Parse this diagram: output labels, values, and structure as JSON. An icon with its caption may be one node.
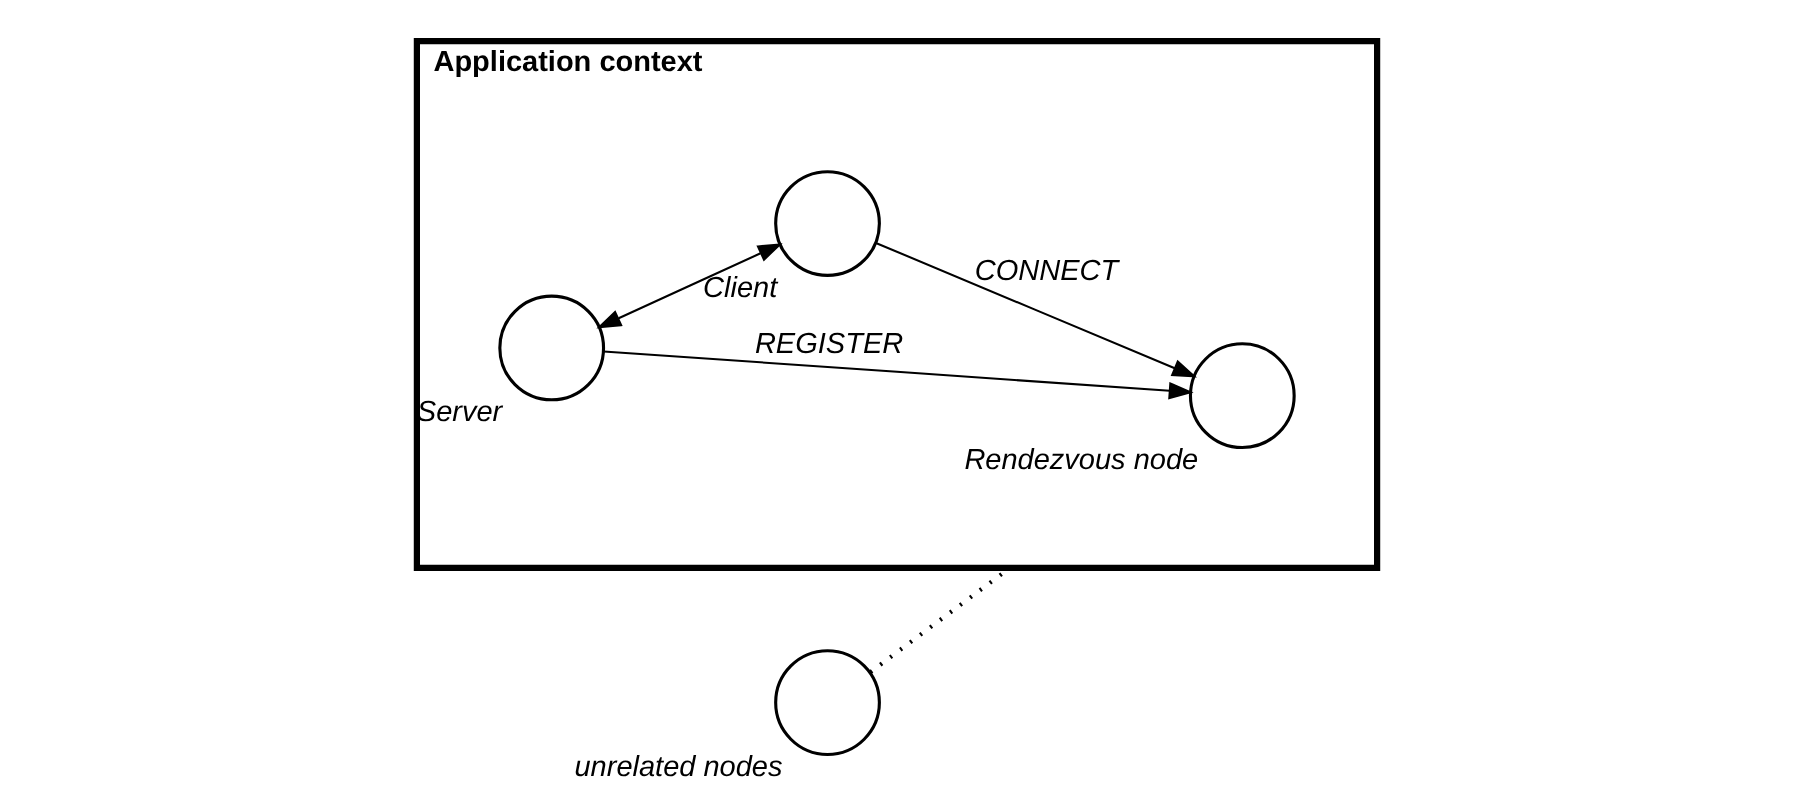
{
  "diagram": {
    "nodes": [
      {
        "text": [
          "Application context"
        ]
      },
      {
        "text": [],
        "shape": "circle",
        "beside": [
          "Rendezvous node"
        ],
        "in": 0
      },
      {
        "text": [],
        "shape": "circle",
        "beside": [
          "Server"
        ],
        "in": 0
      },
      {
        "text": [],
        "shape": "circle",
        "beside": [
          "Client"
        ],
        "in": 0
      },
      {
        "text": [],
        "shape": "circle",
        "beside": [
          "unrelated nodes"
        ]
      }
    ],
    "edges": [
      {
        "from": 4,
        "to": 0,
        "arrow": "none",
        "style": "dashed"
      },
      {
        "from": 2,
        "to": 1,
        "arrow": "to",
        "label": "REGISTER"
      },
      {
        "from": 3,
        "to": 1,
        "arrow": "to",
        "label": "CONNECT"
      },
      {
        "from": 2,
        "to": 3,
        "arrow": "both"
      }
    ]
  }
}
